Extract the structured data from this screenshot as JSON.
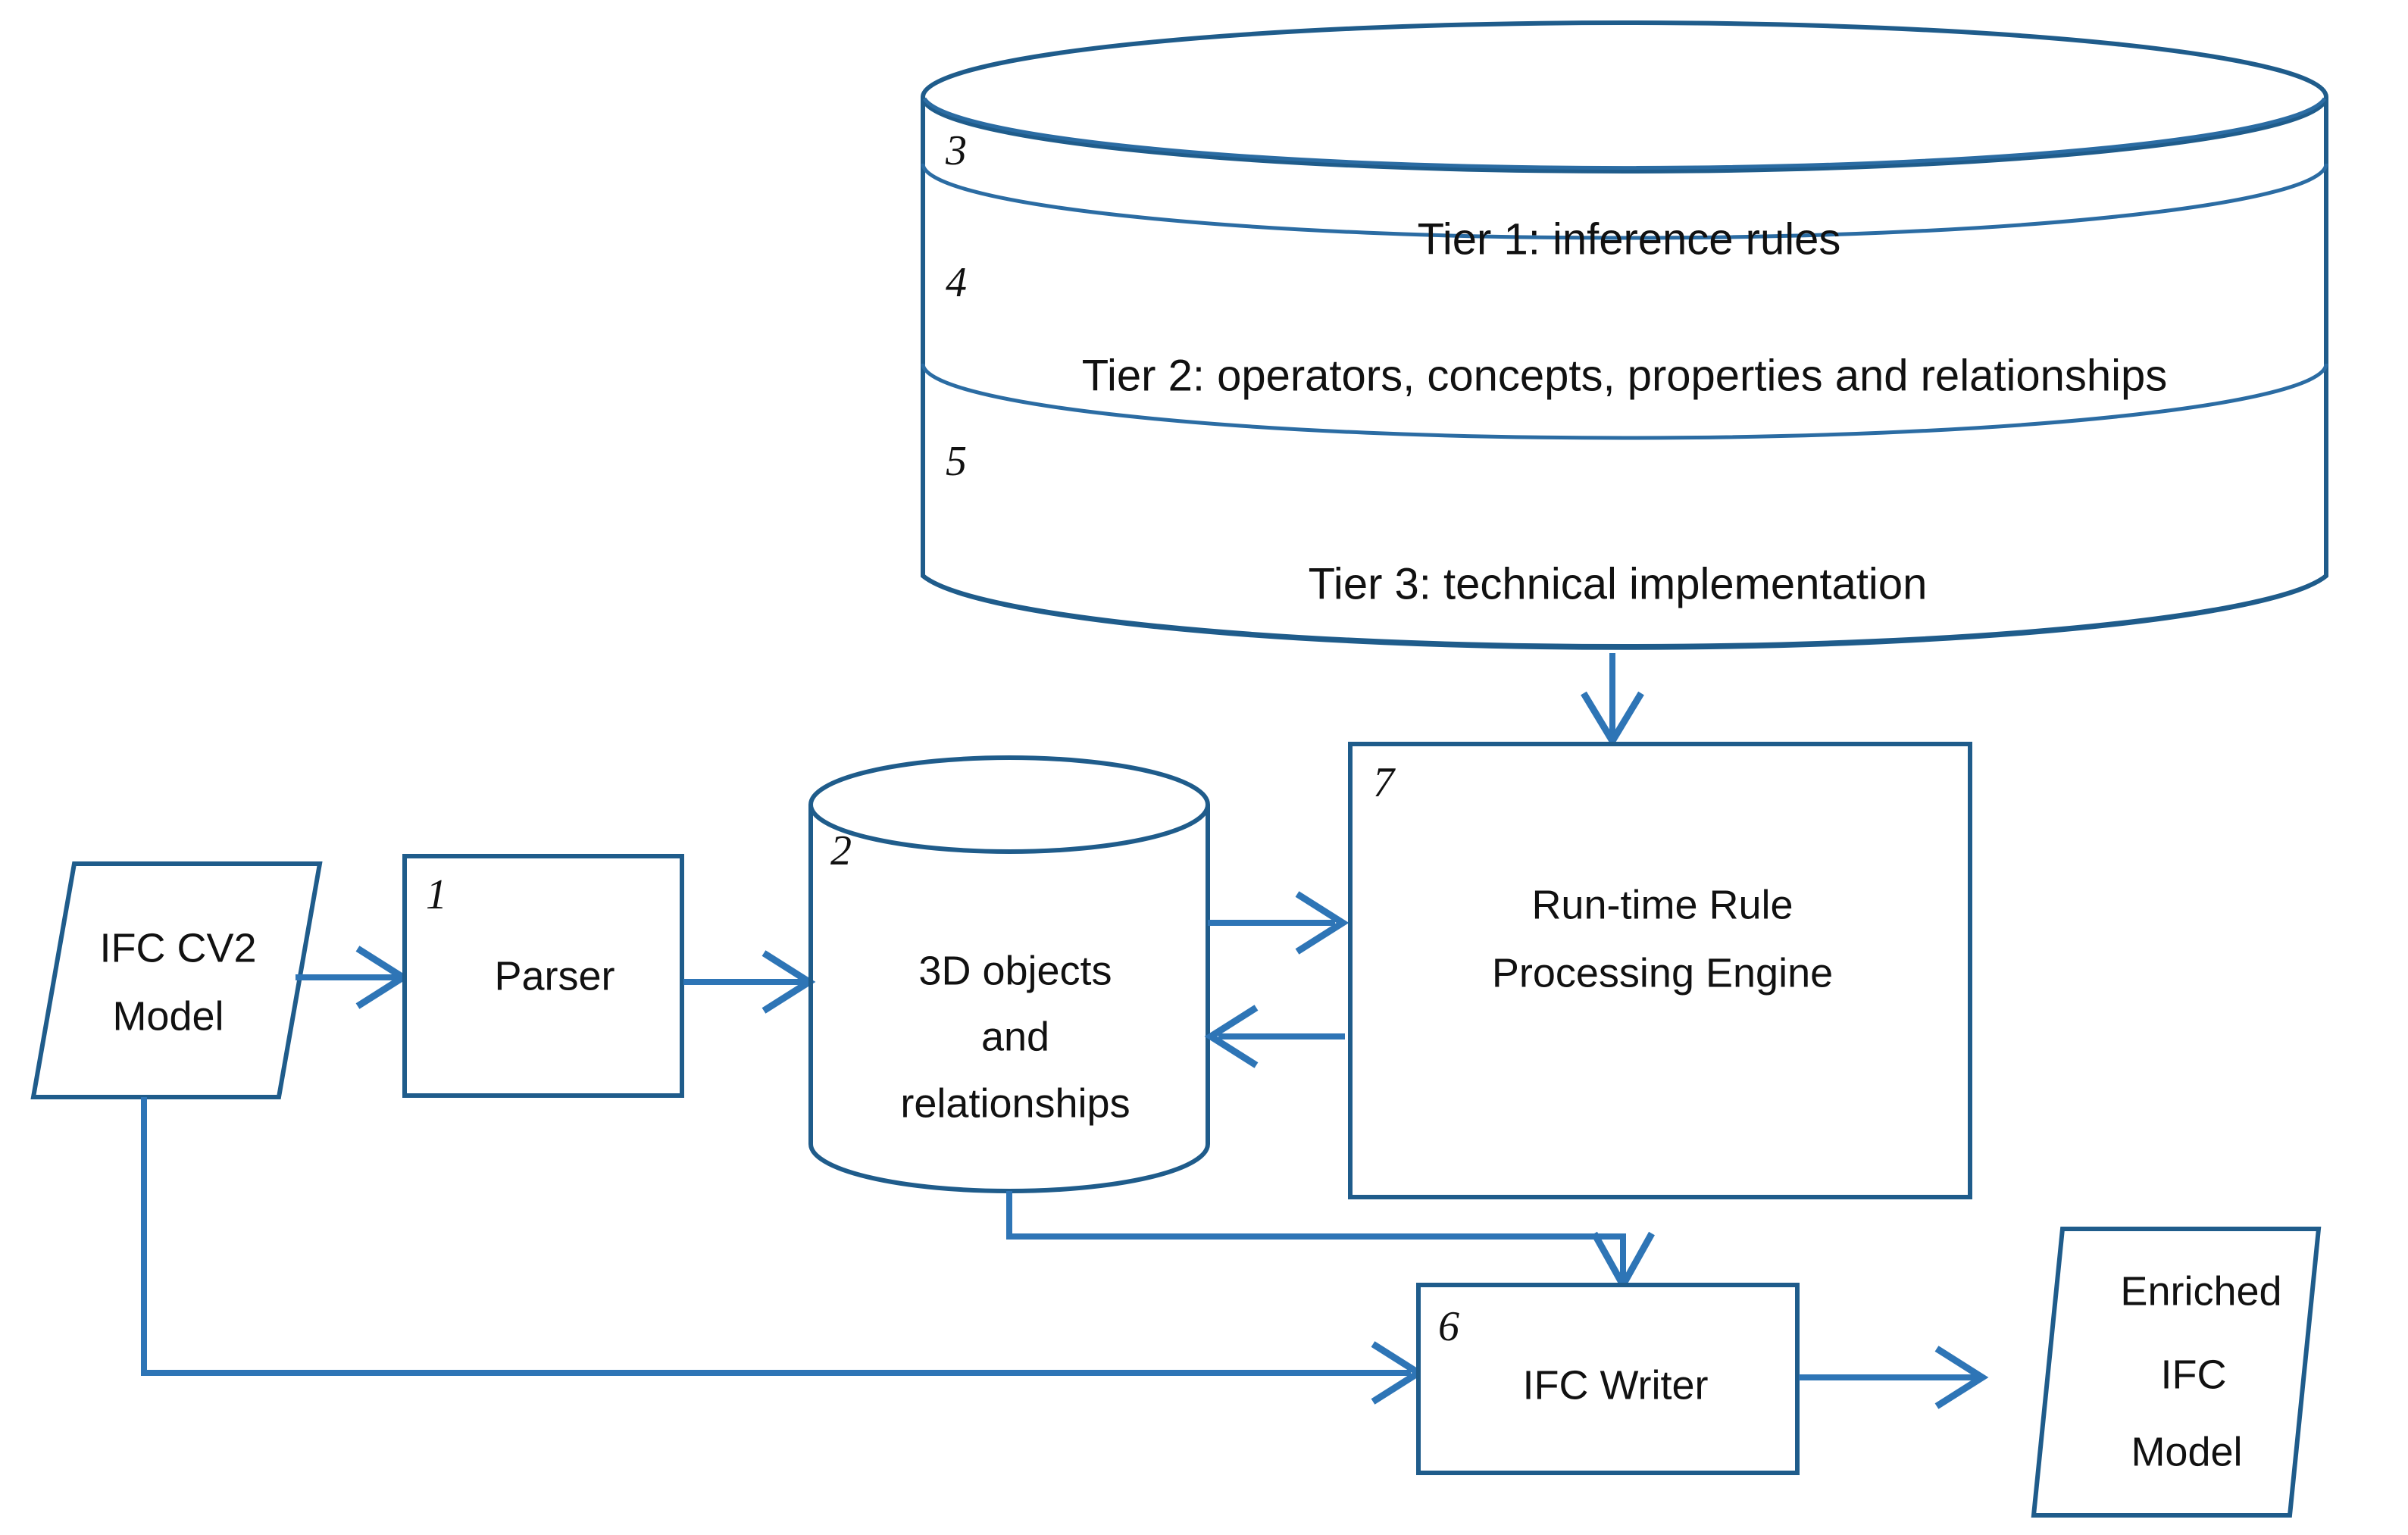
{
  "diagram": {
    "title": "IFC enrichment processing pipeline",
    "colors": {
      "shape_stroke": "#1F5C8B",
      "connector": "#2E75B6",
      "text": "#111111",
      "background": "#FFFFFF"
    },
    "knowledge_base": {
      "shape": "stacked-cylinder",
      "tiers": [
        {
          "index": "3",
          "label": "Tier 1: inference rules"
        },
        {
          "index": "4",
          "label": "Tier 2: operators, concepts, properties and relationships"
        },
        {
          "index": "5",
          "label": "Tier 3: technical implementation"
        }
      ]
    },
    "nodes": [
      {
        "id": "ifc-cv2-model",
        "shape": "parallelogram",
        "index": "",
        "lines": [
          "IFC CV2",
          "Model"
        ]
      },
      {
        "id": "parser",
        "shape": "rectangle",
        "index": "1",
        "lines": [
          "Parser"
        ]
      },
      {
        "id": "objects-store",
        "shape": "cylinder",
        "index": "2",
        "lines": [
          "3D objects",
          "and",
          "relationships"
        ]
      },
      {
        "id": "rule-engine",
        "shape": "rectangle",
        "index": "7",
        "lines": [
          "Run-time Rule",
          "Processing Engine"
        ]
      },
      {
        "id": "ifc-writer",
        "shape": "rectangle",
        "index": "6",
        "lines": [
          "IFC Writer"
        ]
      },
      {
        "id": "enriched-model",
        "shape": "parallelogram",
        "index": "",
        "lines": [
          "Enriched",
          "IFC",
          "Model"
        ]
      }
    ],
    "connectors": [
      {
        "id": "model-to-parser",
        "from": "ifc-cv2-model",
        "to": "parser",
        "style": "arrow"
      },
      {
        "id": "parser-to-store",
        "from": "parser",
        "to": "objects-store",
        "style": "arrow"
      },
      {
        "id": "store-to-engine",
        "from": "objects-store",
        "to": "rule-engine",
        "style": "arrow"
      },
      {
        "id": "engine-to-store",
        "from": "rule-engine",
        "to": "objects-store",
        "style": "arrow"
      },
      {
        "id": "kb-to-engine",
        "from": "knowledge-base",
        "to": "rule-engine",
        "style": "arrow"
      },
      {
        "id": "store-to-writer",
        "from": "objects-store",
        "to": "ifc-writer",
        "style": "elbow-arrow"
      },
      {
        "id": "model-to-writer",
        "from": "ifc-cv2-model",
        "to": "ifc-writer",
        "style": "elbow-arrow"
      },
      {
        "id": "writer-to-enriched",
        "from": "ifc-writer",
        "to": "enriched-model",
        "style": "arrow"
      }
    ]
  }
}
